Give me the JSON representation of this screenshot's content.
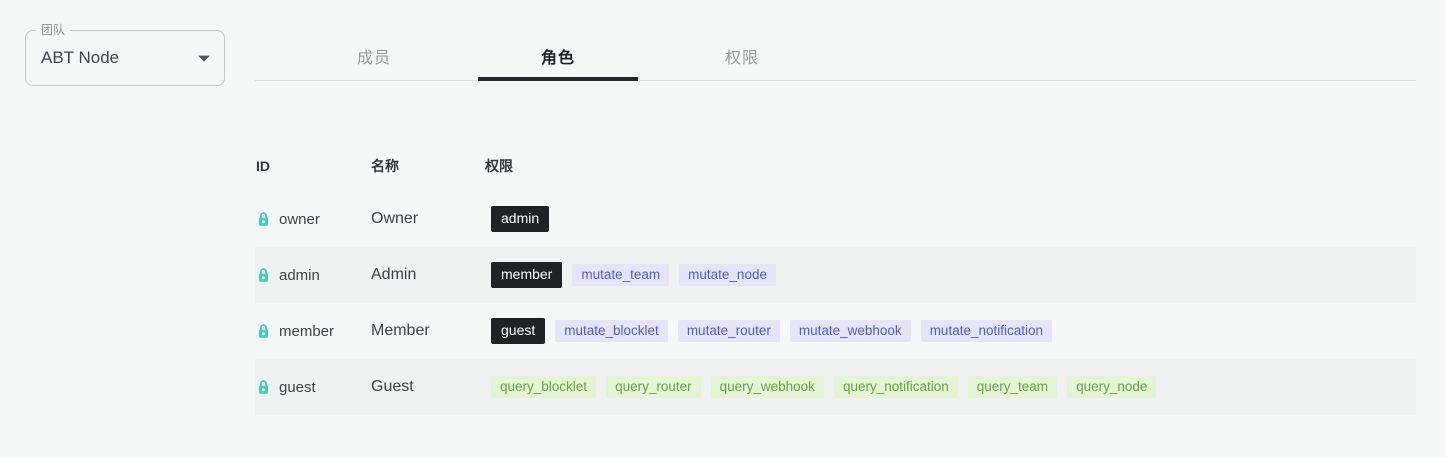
{
  "team_select": {
    "label": "团队",
    "value": "ABT Node"
  },
  "tabs": [
    {
      "label": "成员",
      "active": false
    },
    {
      "label": "角色",
      "active": true
    },
    {
      "label": "权限",
      "active": false
    }
  ],
  "roles_table": {
    "headers": [
      "ID",
      "名称",
      "权限"
    ],
    "rows": [
      {
        "id": "owner",
        "name": "Owner",
        "striped": false,
        "permissions": [
          {
            "label": "admin",
            "variant": "dark"
          }
        ]
      },
      {
        "id": "admin",
        "name": "Admin",
        "striped": true,
        "permissions": [
          {
            "label": "member",
            "variant": "dark"
          },
          {
            "label": "mutate_team",
            "variant": "purple"
          },
          {
            "label": "mutate_node",
            "variant": "purple"
          }
        ]
      },
      {
        "id": "member",
        "name": "Member",
        "striped": false,
        "permissions": [
          {
            "label": "guest",
            "variant": "dark"
          },
          {
            "label": "mutate_blocklet",
            "variant": "purple"
          },
          {
            "label": "mutate_router",
            "variant": "purple"
          },
          {
            "label": "mutate_webhook",
            "variant": "purple"
          },
          {
            "label": "mutate_notification",
            "variant": "purple"
          }
        ]
      },
      {
        "id": "guest",
        "name": "Guest",
        "striped": true,
        "permissions": [
          {
            "label": "query_blocklet",
            "variant": "green"
          },
          {
            "label": "query_router",
            "variant": "green"
          },
          {
            "label": "query_webhook",
            "variant": "green"
          },
          {
            "label": "query_notification",
            "variant": "green"
          },
          {
            "label": "query_team",
            "variant": "green"
          },
          {
            "label": "query_node",
            "variant": "green"
          }
        ]
      }
    ]
  },
  "icons": {
    "team_select_arrow": "dropdown-arrow-icon",
    "role_lock": "lock-icon"
  },
  "colors": {
    "page_background": "#f6f7f7",
    "striped_row_background": "#f0f1f1",
    "tabbar_border": "#dcdedf",
    "inactive_tab_text": "#97999b",
    "active_tab_text": "#1f2326",
    "tab_indicator": "#25282a",
    "lock_icon": "#3ecfc0",
    "badge_dark_bg": "#202326",
    "badge_dark_text": "#ffffff",
    "badge_purple_bg": "#e5e5fa",
    "badge_purple_text": "#5458d8",
    "badge_green_bg": "#e3f5d4",
    "badge_green_text": "#67a341"
  }
}
